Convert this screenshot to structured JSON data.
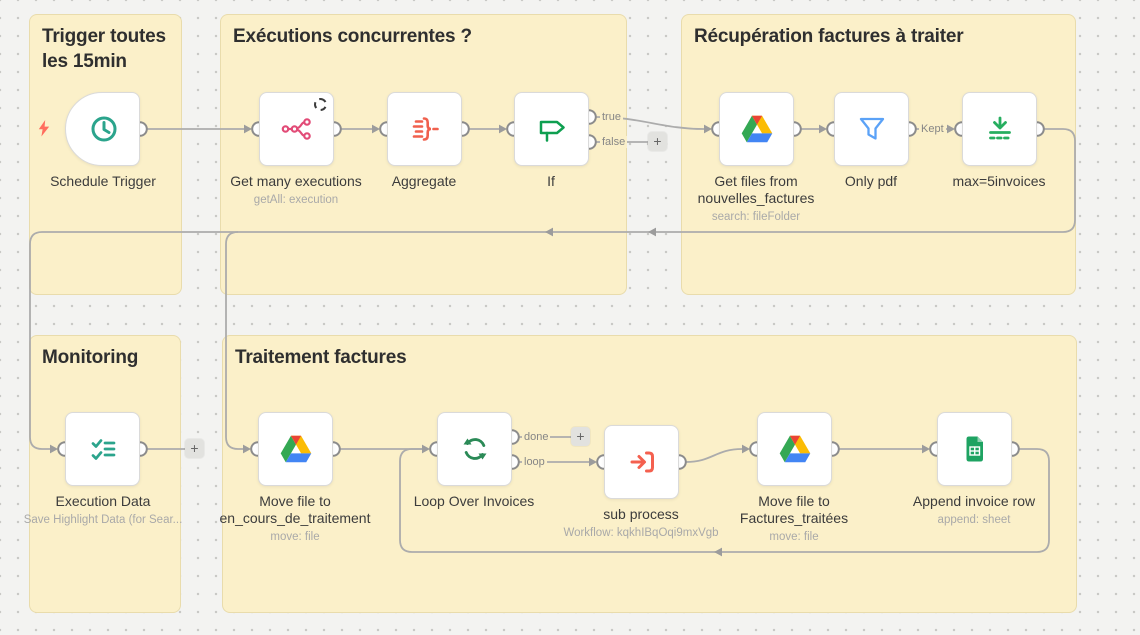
{
  "groups": [
    {
      "title": "Trigger toutes les 15min"
    },
    {
      "title": "Exécutions concurrentes ?"
    },
    {
      "title": "Récupération factures à traiter"
    },
    {
      "title": "Monitoring"
    },
    {
      "title": "Traitement factures"
    }
  ],
  "nodes": [
    {
      "label": "Schedule Trigger",
      "subtitle": "",
      "icon": "clock-icon"
    },
    {
      "label": "Get many executions",
      "subtitle": "getAll: execution",
      "icon": "n8n-executions-icon"
    },
    {
      "label": "Aggregate",
      "subtitle": "",
      "icon": "aggregate-icon"
    },
    {
      "label": "If",
      "subtitle": "",
      "icon": "if-signpost-icon"
    },
    {
      "label": "Get files from\nnouvelles_factures",
      "subtitle": "search: fileFolder",
      "icon": "google-drive-icon"
    },
    {
      "label": "Only pdf",
      "subtitle": "",
      "icon": "filter-icon"
    },
    {
      "label": "max=5invoices",
      "subtitle": "",
      "icon": "limit-icon"
    },
    {
      "label": "Execution Data",
      "subtitle": "Save Highlight Data (for Sear...",
      "icon": "checklist-icon"
    },
    {
      "label": "Move file to\nen_cours_de_traitement",
      "subtitle": "move: file",
      "icon": "google-drive-icon"
    },
    {
      "label": "Loop Over Invoices",
      "subtitle": "",
      "icon": "loop-icon"
    },
    {
      "label": "sub process",
      "subtitle": "Workflow: kqkhIBqOqi9mxVgb",
      "icon": "execute-workflow-icon"
    },
    {
      "label": "Move file to\nFactures_traitées",
      "subtitle": "move: file",
      "icon": "google-drive-icon"
    },
    {
      "label": "Append invoice row",
      "subtitle": "append: sheet",
      "icon": "google-sheets-icon"
    }
  ],
  "port_labels": {
    "true": "true",
    "false": "false",
    "kept": "Kept",
    "done": "done",
    "loop": "loop"
  },
  "buttons": {
    "plus": "+"
  },
  "colors": {
    "canvas": "#f3f3f1",
    "group_fill": "#fbf0c9",
    "wire": "#acacac",
    "teal": "#2ba48c",
    "n8n_pink": "#e24b77",
    "coral": "#f0604d",
    "green": "#0e9f50",
    "dark_green": "#2b8a57",
    "blue": "#5ba2f7",
    "limit_green": "#27ae60",
    "sheets_green": "#1ea362",
    "bolt_red": "#ff6e5e"
  }
}
